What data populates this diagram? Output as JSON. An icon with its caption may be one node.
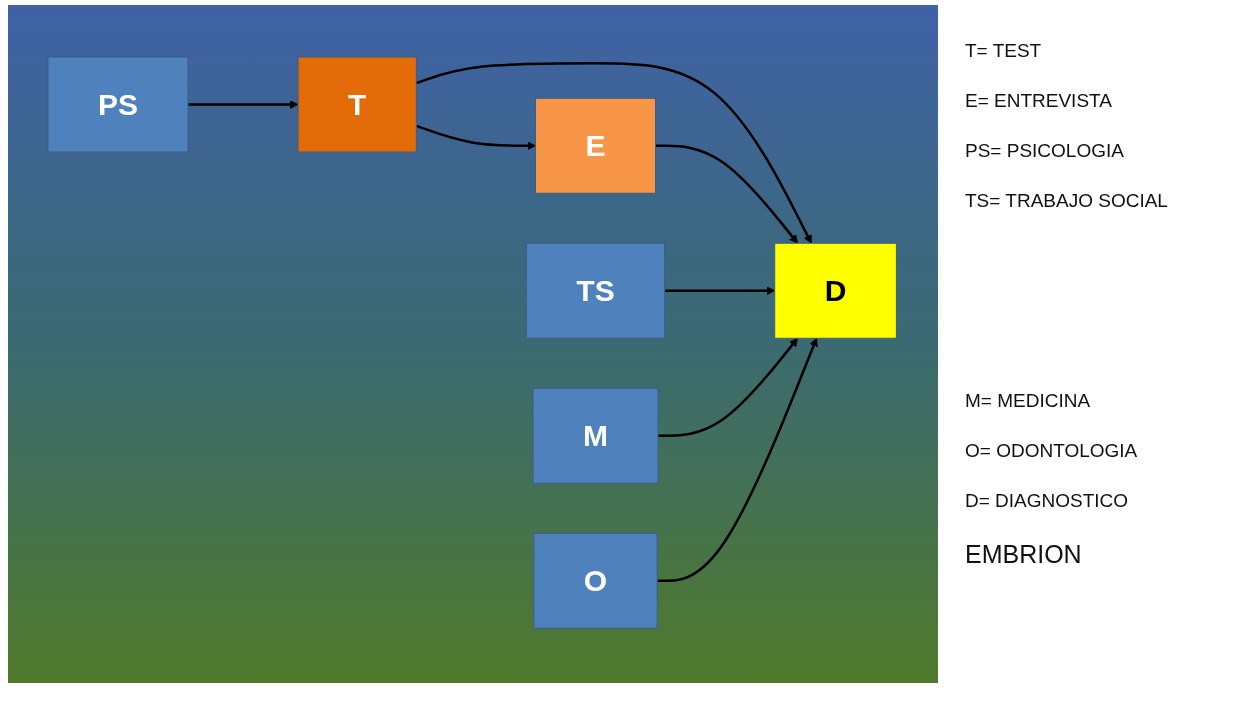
{
  "diagram": {
    "nodes": [
      {
        "text": [
          "T"
        ]
      },
      {
        "text": [
          "E"
        ]
      },
      {
        "text": [
          "PS"
        ]
      },
      {
        "text": [
          "TS"
        ]
      },
      {
        "text": [
          "D"
        ]
      },
      {
        "text": [
          "M"
        ]
      },
      {
        "text": [
          "O"
        ]
      }
    ],
    "edges": [
      {
        "from": 2,
        "to": 0,
        "arrow": "to"
      },
      {
        "from": 0,
        "to": 1,
        "arrow": "to"
      },
      {
        "from": 0,
        "to": 4,
        "arrow": "to"
      },
      {
        "from": 1,
        "to": 4,
        "arrow": "to"
      },
      {
        "from": 3,
        "to": 4,
        "arrow": "to"
      },
      {
        "from": 5,
        "to": 4,
        "arrow": "to"
      },
      {
        "from": 6,
        "to": 4,
        "arrow": "to"
      }
    ],
    "labels": [
      "T= TEST",
      "E= ENTREVISTA",
      "PS= PSICOLOGIA",
      "TS= TRABAJO SOCIAL",
      "M= MEDICINA",
      "O= ODONTOLOGIA",
      "D= DIAGNOSTICO",
      "EMBRION"
    ]
  }
}
